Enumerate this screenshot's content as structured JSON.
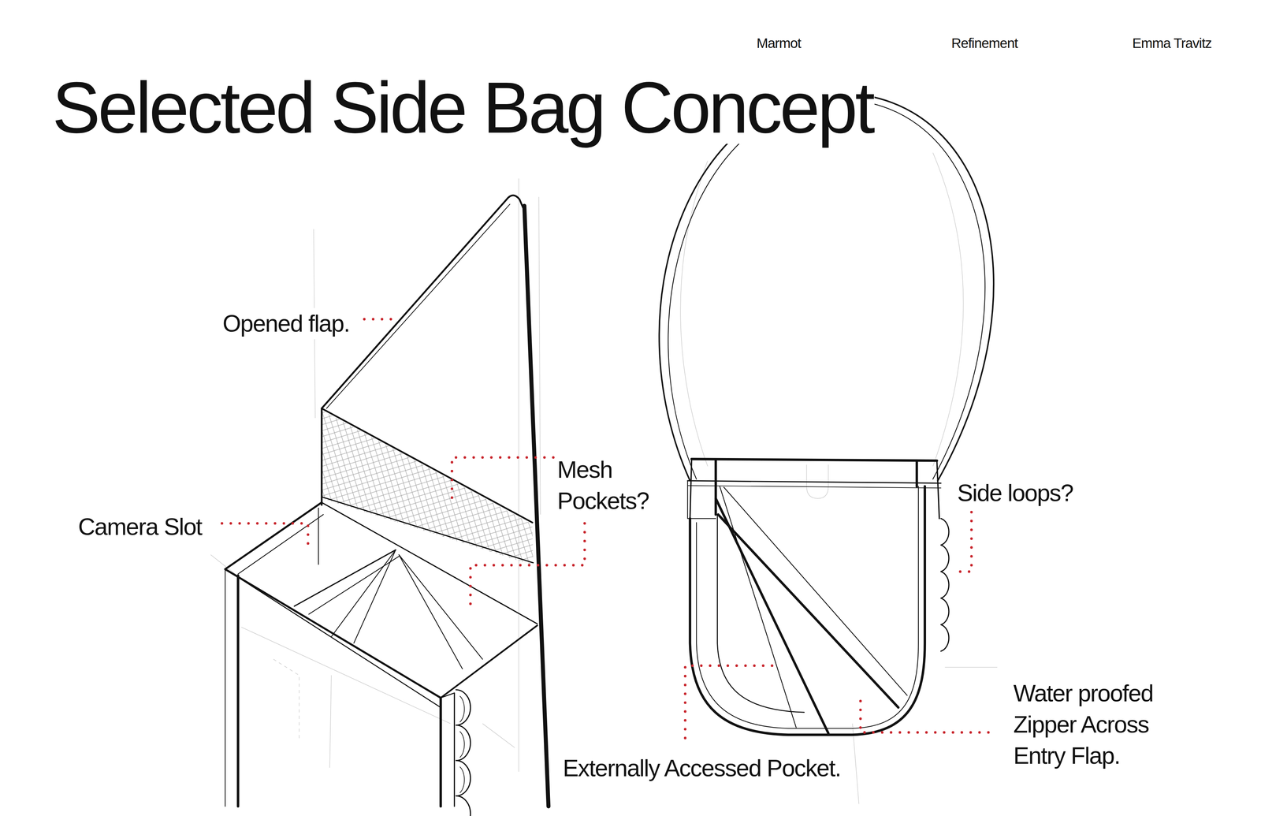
{
  "diagram": {
    "title": "Selected Side Bag Concept",
    "labels": [
      "Marmot",
      "Refinement",
      "Emma Travitz",
      "Opened flap.",
      "Mesh Pockets?",
      "Camera Slot",
      "Side loops?",
      "Externally Accessed Pocket.",
      "Water proofed Zipper Across Entry Flap."
    ]
  }
}
